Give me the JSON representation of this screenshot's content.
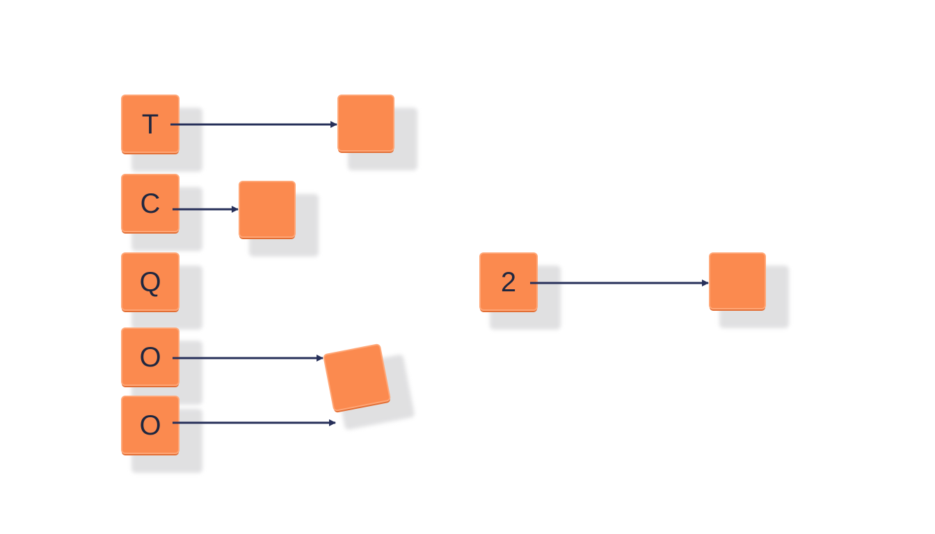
{
  "colors": {
    "tile": "#fb8a4f",
    "tile_edge": "#e26f36",
    "tile_highlight": "#ffa676",
    "arrow": "#27305a",
    "shadow": "#d6d6d8",
    "text": "#1f2740"
  },
  "tiles": [
    {
      "id": "tile-t",
      "label": "T"
    },
    {
      "id": "tile-c",
      "label": "C"
    },
    {
      "id": "tile-q",
      "label": "Q"
    },
    {
      "id": "tile-o1",
      "label": "O"
    },
    {
      "id": "tile-o2",
      "label": "O"
    },
    {
      "id": "tile-2",
      "label": "2"
    },
    {
      "id": "tile-t-target",
      "label": ""
    },
    {
      "id": "tile-c-target",
      "label": ""
    },
    {
      "id": "tile-o-target",
      "label": ""
    },
    {
      "id": "tile-2-target",
      "label": ""
    }
  ],
  "arrows": [
    {
      "from": "tile-t",
      "to": "tile-t-target"
    },
    {
      "from": "tile-c",
      "to": "tile-c-target"
    },
    {
      "from": "tile-o1",
      "to": "tile-o-target"
    },
    {
      "from": "tile-o2",
      "to": "tile-o-target"
    },
    {
      "from": "tile-2",
      "to": "tile-2-target"
    }
  ]
}
